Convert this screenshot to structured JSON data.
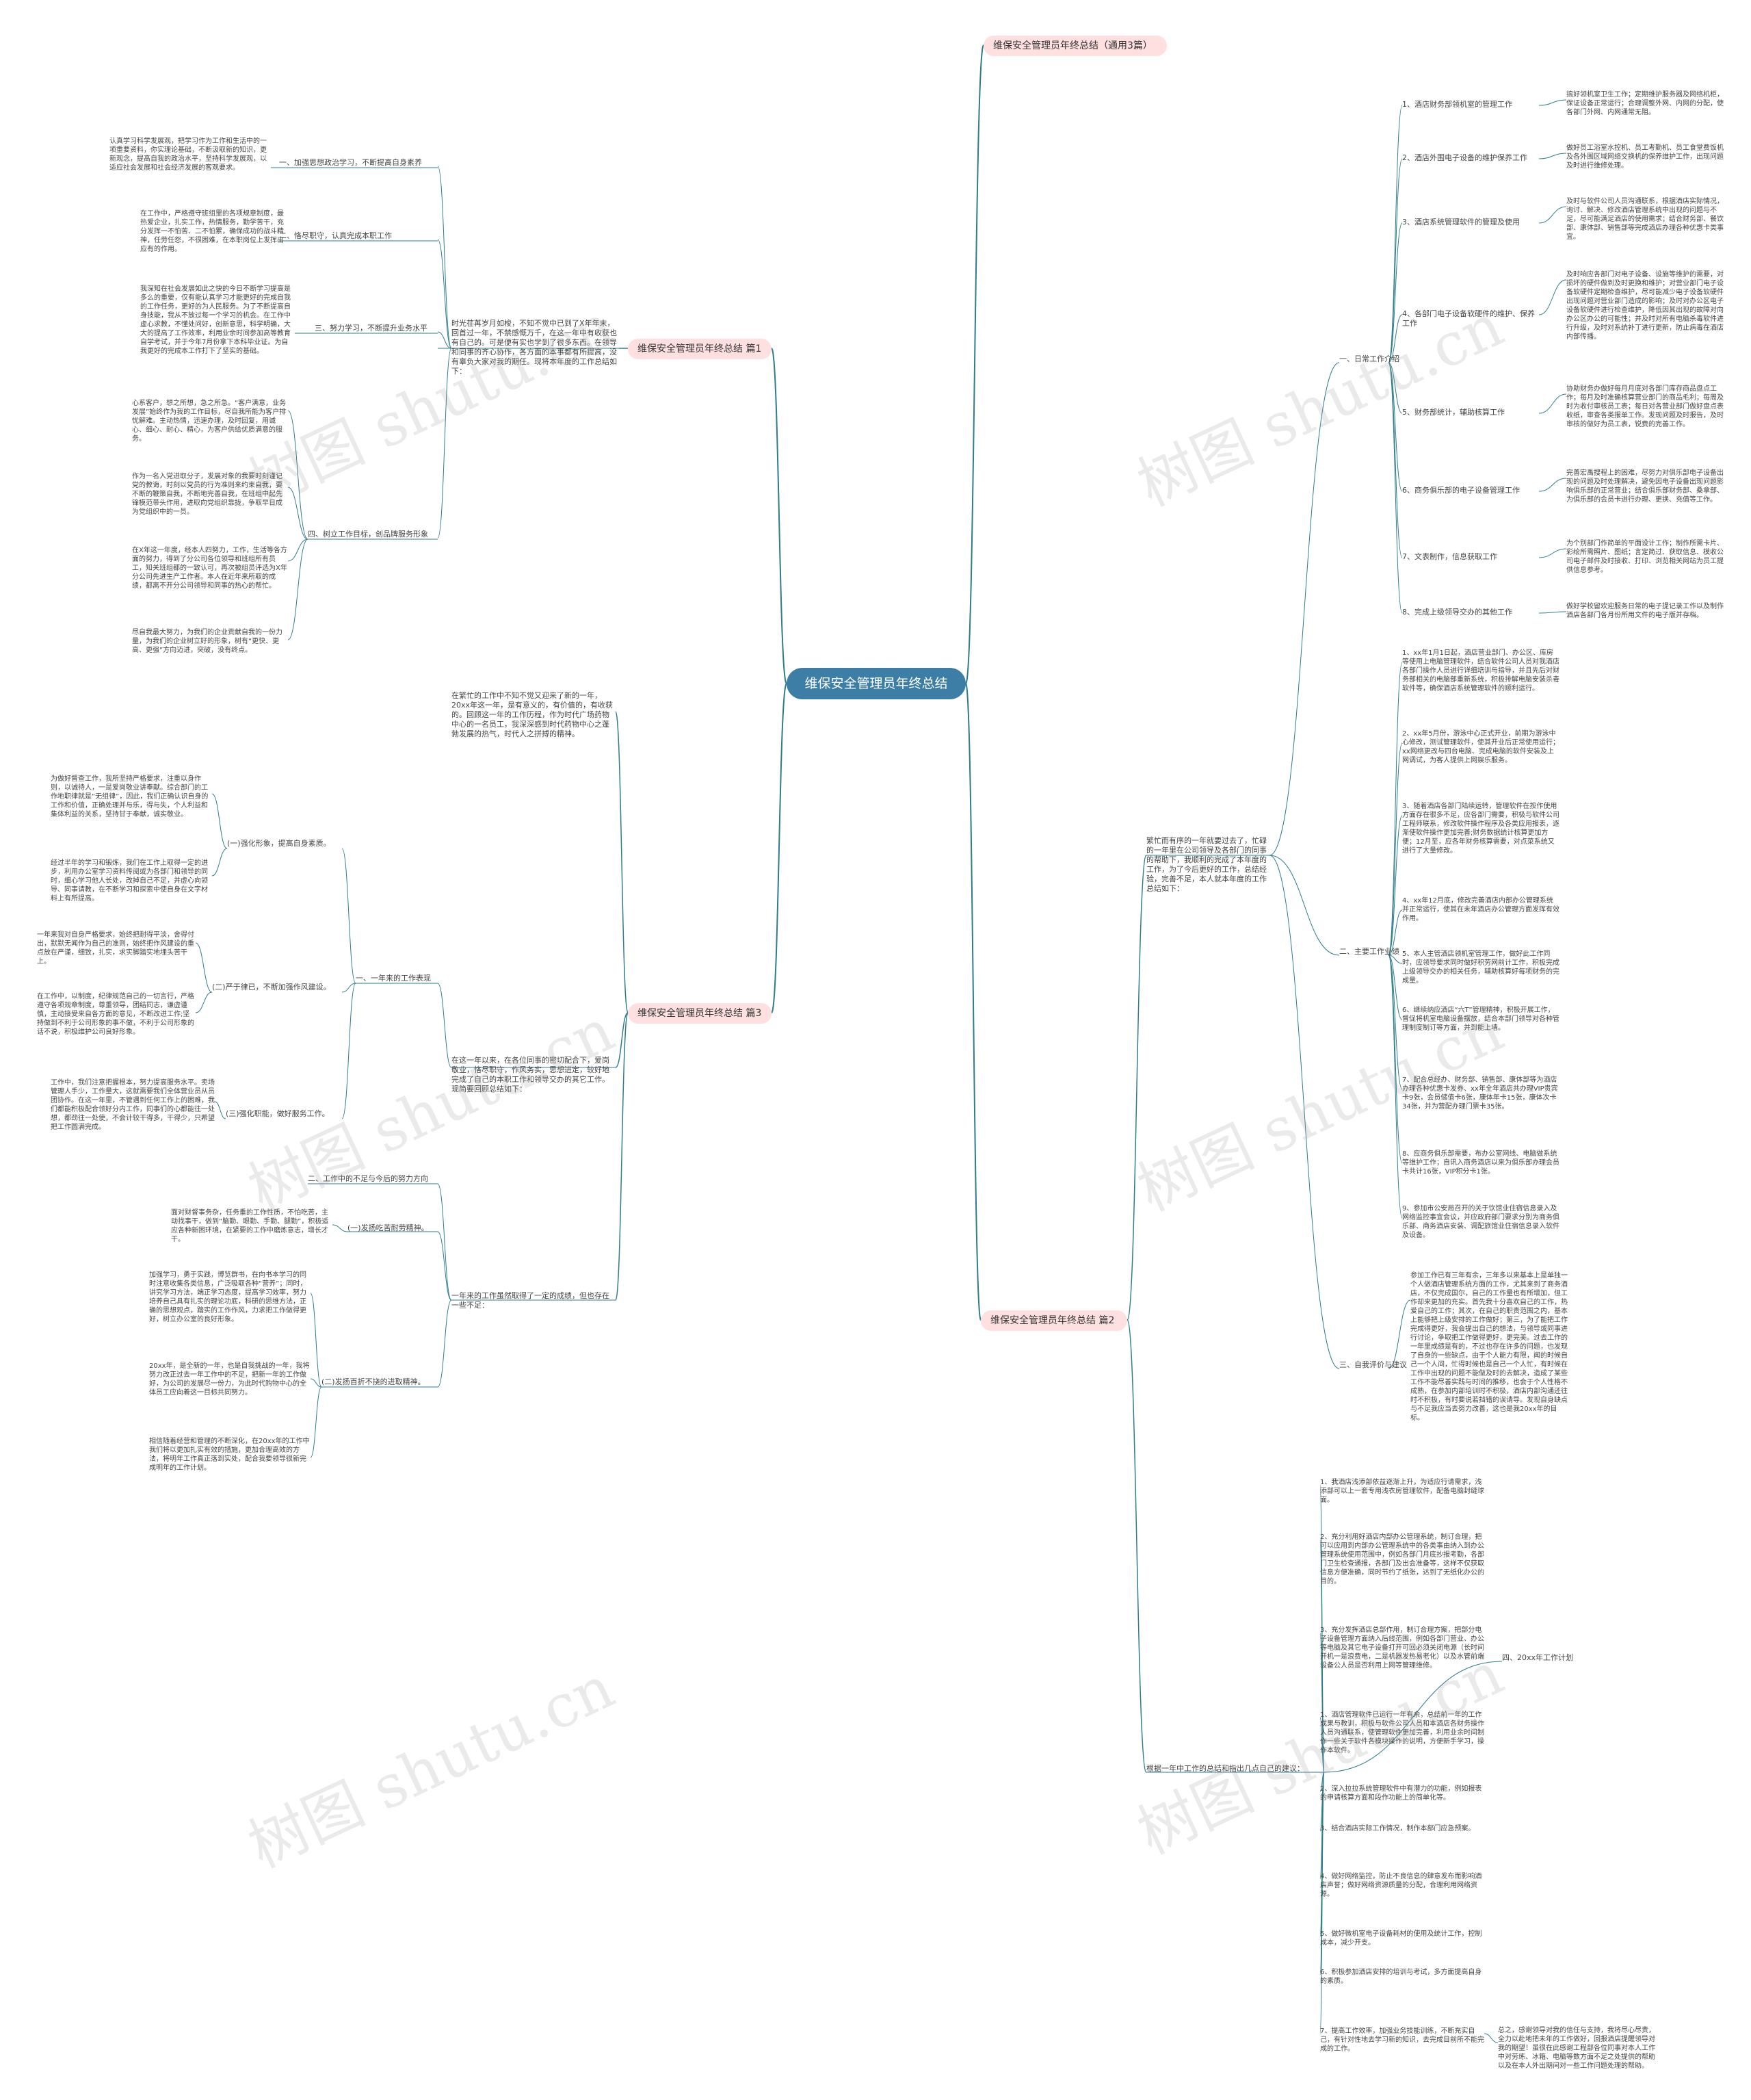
{
  "root": "维保安全管理员年终总结",
  "branches": {
    "b_top": "维保安全管理员年终总结（通用3篇）",
    "b1": "维保安全管理员年终总结 篇1",
    "b3": "维保安全管理员年终总结 篇3",
    "b2": "维保安全管理员年终总结 篇2"
  },
  "p1": {
    "intro": "时光荏苒岁月如梭，不知不觉中已到了X年年末，回首过一年，不禁感慨万千，在这一年中有收获也有自己的。可是便有实也学到了很多东西。在领导和同事的齐心协作，各方面的本事都有所提高，没有辜负大家对我的期任。现将本年度的工作总结如下：",
    "h1": "一、加强思想政治学习，不断提高自身素养",
    "t1": "认真学习科学发展观，把学习作为工作和生活中的一项重要资料，你实理论基础，不断汲取新的知识，更新观念，提高自我的政治水平，坚持科学发展观，以适应社会发展和社会经济发展的客观要求。",
    "h2": "二、恪尽职守，认真完成本职工作",
    "t2": "在工作中，严格遵守班组里的各项规章制度，最热爱企业，扎实工作，热情服务，勤学苦干，充分发挥一不怕苦、二不怕累，确保成功的战斗精神，任劳任怨，不很困难，在本职岗位上发挥出应有的作用。",
    "h3": "三、努力学习，不断提升业务水平",
    "t3": "我深知在社会发展如此之快的今日不断学习提高是多么的重要，仅有能认真学习才能更好的完成自我的工作任务，更好的为人民服务。为了不断提高自身技能，我从不放过每一个学习的机会。在工作中虚心求教，不懂处问好，创新意思，科学明确，大大的提高了工作效率，利用业余时间参加高等教育自学考试，并于今年7月份拿下本科毕业证。为自我更好的完成本工作打下了坚实的基础。",
    "h4": "四、树立工作目标，创品牌服务形象",
    "t4a": "心系客户，想之所想，急之所急。“客户满意，业务发展”始终作为我的工作目标，尽自我所能为客户排忧解难。主动热情，迅速办理，及时回复，用诚心、细心、耐心、精心，为客户供给优质满意的服务。",
    "t4b": "作为一名入党进取分子，发展对象的我要时刻谨记党的教诲，时刻以党员的行为准则来约束自我，要不断的鞭策自我，不断地完善自我，在班组中起先锋模范带头作用，进取向党组织靠拢，争取早日成为党组织中的一员。",
    "t4c": "在X年这一年度，经本人四努力，工作，生活等各方面的努力，得到了分公司各位领导和班组所有员工，知关班组都的一致认可，再次被组员评选为X年分公司先进生产工作者。本人在近年来所取的成绩，都离不开分公司领导和同事的热心的帮忙。",
    "t4d": "尽自我最大努力，为我们的企业贡献自我的一份力量，为我们的企业树立好的形象，树有“更快、更高、更强”方向迈进，突破，没有终点。"
  },
  "p3": {
    "intro": "在繁忙的工作中不知不觉又迎来了新的一年，20xx年这一年，是有意义的，有价值的，有收获的。回顾这一年的工作历程，作为时代广场药物中心的一名员工，我深深感到时代药物中心之蓬勃发展的热气，时代人之拼搏的精神。",
    "s1": "一、一年来的工作表现",
    "s1_text": "在这一年以来，在各位同事的密切配合下，爱岗敬业，恪尽职守，作风务实，思想进定，较好地完成了自己的本职工作和领导交办的其它工作。现简要回顾总结如下：",
    "a": "(一)强化形象，提高自身素质。",
    "a1": "为做好督查工作，我所坚持严格要求，注重以身作则，以诚待人，一是爱岗敬业讲奉献。综合部门的工作地职律就是“无组律”，因此，我们正确认识自身的工作和价值，正确处理并与乐，得与失，个人利益和集体利益的关系，坚持甘于奉献，诚实敬业。",
    "a2": "经过半年的学习和锻炼，我们在工作上取得一定的进步，利用办公室学习资料传阅或为各部门和领导的同时，细心学习他人长处，改掉自己不足，并虚心向领导、同事请教，在不断学习和探索中使自身在文字材料上有所提高。",
    "b": "(二)严于律已，不断加强作风建设。",
    "b1": "一年来我对自身严格要求，始终把耐得平淡，舍得付出，默默无闻作为自己的准则，始终把作风建设的重点放在严谨，细致，扎实，求实脚踏实地埋头苦干上。",
    "b2": "在工作中，以制度，纪律规范自己的一切言行，严格遵守各项规章制度，尊重领导，团结同志，谦虚谨慎，主动接受来自各方面的意见，不断改进工作;坚持做到不利于公司形象的事不做，不利于公司形象的话不说，积极维护公司良好形象。",
    "c": "(三)强化职能，做好服务工作。",
    "c1": "工作中，我们注意把握根本，努力提高服务水平。卖场管理人手少，工作量大，这就需要我们全体营业员从员团协作。在这一年里，不管遇到任何工作上的困难，我们都能积极配合领好分内工作，同事们的心都能往一处想，都劲往一处使，不会计较干得多，干得少，只希望把工作圆满完成。",
    "s2": "二、工作中的不足与今后的努力方向",
    "s2_text": "一年来的工作虽然取得了一定的成绩，但也存在一些不足：",
    "d": "(一)发扬吃苦耐劳精神。",
    "d1": "面对财督事务杂，任务重的工作性质，不怕吃苦，主动找事干，做到“脑勤、眼勤、手勤、腿勤”，积极适应各种新困环境，在紧要的工作中磨炼意志，增长才干。",
    "e": "(二)发扬百折不挠的进取精神。",
    "e1": "加强学习，勇于实践，博览群书，在向书本学习的同时注意收集各类信息，广泛吸取各种“营养”；同时，讲究学习方法，端正学习态度，提高学习效率，努力培养自己具有扎实的理论功底，科研的思维方法，正确的思想观点，踏实的工作作风，力求把工作做得更好，树立办公室的良好形象。",
    "e2": "20xx年，是全新的一年，也是自我挑战的一年，我将努力改正过去一年工作中的不足，把新一年的工作做好，为公司的发展尽一份力，为此时代购物中心的全体员工应向着这一目标共同努力。",
    "e3": "相信随着经营和管理的不断深化，在20xx年的工作中我们将以更加扎实有效的措施，更加合理高效的方法，将明年工作真正落到实处，配合我要领导很新完成明年的工作计划。"
  },
  "p2": {
    "intro": "繁忙而有序的一年就要过去了，忙碌的一年里在公司领导及各部门的同事的帮助下，我顺利的完成了本年度的工作，为了今后更好的工作，总结经验，完善不足，本人就本年度的工作总结如下：",
    "g1": "一、日常工作介绍",
    "g1_items": [
      "1、酒店财务部领机室的管理工作",
      "2、酒店外围电子设备的维护保养工作",
      "3、酒店系统管理软件的管理及使用",
      "4、各部门电子设备软硬件的维护、保养工作",
      "5、财务部统计，辅助核算工作",
      "6、商务俱乐部的电子设备管理工作",
      "7、文表制作，信息获取工作",
      "8、完成上级领导交办的其他工作"
    ],
    "g1_notes": [
      "搞好领机室卫生工作；定期维护服务器及网络机柜，保证设备正常运行；合理调整外网、内网的分配，使各部门外网、内网通常无阻。",
      "做好员工浴室水控机、员工考勤机、员工食堂费饭机及各外围区域网络交换机的保养维护工作，出现问题及时进行维修处理。",
      "及时与软件公司人员沟通联系，根据酒店实际情况，询讨、解决、修改酒店管理系统中出现的问题与不足，尽可能满足酒店的使用需求；结合财务部、餐饮部、康体部、销售部等完成酒店办理各种优惠卡类事宜。",
      "及时响应各部门对电子设备、设施等维护的需要，对损坏的硬件做到及时更换和维护；对营业部门电子设备软硬件定期检查维护，尽可能减少电子设备软硬件出现问题对营业部门造成的影响；及时对办公区电子设备软硬件进行检查维护，降低因其出现的故障对向办公区办公的可能性；并及时对所有电脑杀毒软件进行升级，及时对系统补丁进行更新，防止病毒在酒店内部传播。",
      "协助财务办做好每月月底对各部门库存商品盘点工作；每月及时准确核算营业部门的商品毛利；每周及时为收付审核员工表；每日对各营业部门做好盘点表收纸，审查各类报单工作。发现问题及时报告，及时审核的做好为员工表，锐费的完善工作。",
      "完善宏禹搜程上的困难，尽努力对俱乐部电子设备出现的问题及时处理解决，避免因电子设备出现问题影响俱乐部的正常营业；结合俱乐部财务部、桑拿部、为俱乐部的会员卡进行办理、更换、充值等工作。",
      "为个别部门作简单的平面设计工作；制作所需卡片、彩绘所需照片、图纸；言定简过、获取信息、模收公司电子邮件及时接收、打印、浏览相关网站为员工提供信息参考。",
      "做好学校留欢迎服务日常的电子提记录工作以及制作酒店各部门各月份所用文件的电子版并存档。"
    ],
    "g2": "二、主要工作业绩",
    "g2_items": [
      "1、xx年1月1日起，酒店营业部门、办公区、库房等使用上电脑管理软件，结合软件公司人员对我酒店各部门操作人员进行详细培训与指导，并且先后对财务部相关的电脑部重新系统，积极排解电脑安装杀毒软件等，确保酒店系统管理软件的顺利运行。",
      "2、xx年5月份，游泳中心正式开业，前期为游泳中心修改，测试管理软件，使其开业后正常使用运行；xx网络更改与四台电脑、完成电脑的软件安装及上网调试，为客人提供上网娱乐服务。",
      "3、随着酒店各部门陆续运转，管理软件在按作使用方面存在很多不足，应各部门需要，积极与软件公司工程师联系，修改软件操作程序及各类应用报表，逐渐使软件操作更加完善;财务数据统计核算更加方便；12月至，应各年财务核算需要，对点菜系统又进行了大量修改。",
      "4、xx年12月底，修改完善酒店内部办公管理系统并正常运行，使其在未年酒店办公管理方面发挥有效作用。",
      "5、本人主管酒店领机室管理工作，做好此工作同时，应领导要求同时做好积劳网前计工作，积极完成上级领导交办的相关任务，辅助核算好每项财务的完成量。",
      "6、继续纳应酒店“六T”管理精神，积极开展工作，督促将机室电脑设备摆放，结合本部门领导对各种管理制度制订等方面，并到能上墙。",
      "7、配合总经办、财务部、销售部、康体部等为酒店办理各种优惠卡发券、xx年全年酒店共办理VIP贵宾卡9张，会员储值卡6张，康体年卡15张，康体次卡34张，并为营配办理门票卡35张。",
      "8、应商务俱乐部需要，布办公室网线、电脑做系统等维护工作；自讯入商务酒店以来为俱乐部办理会员卡共计16张，VIP积分卡1张。",
      "9、参加市公安局召开的关于饮馆业住宿信息录入及网络监控事宜会议，并应政府部门要求分别为商务俱乐部、商务酒店安装、调配旅馆业住宿信息录入软件及设备。"
    ],
    "g3": "三、自我评价与建议",
    "g3_text": "参加工作已有三年有余，三年多以来基本上是单独一个人做酒店管理系统方面的工作，尤其来到了商务酒店，不仅完成国尔，自己的工作量也有所增加，但工作却来更加的充实。首先我十分喜欢自己的工作，热爱自己的工作；其次，在自己的职责范围之内，基本上能够把上级安排的工作做好；第三，为了能把工作完成得更好，我会提出自己的想法，与领导或同事进行讨论，争取把工作做得更好，更完美。过去工作的一年里成绩是有的，不过也存在许多的问题，也发现了自身的一些缺点，由于个人能力有限，闻的时候自己一个人间，忙得时候也是自己一个人忙，有时候在工作中出现的问题不能做及时的去解决，造成了某些工作不能尽善实践与时间的推移，也会于个人性格不成熟，在参加内部培训时不积极，酒店内部沟通还往时不积极，有时要说若挡错的误请导。发现自身缺点与不足我应当去努力改善，这也是我20xx年的目标。",
    "g4": "四、20xx年工作计划",
    "g4_intro": "根据一年中工作的总结和指出几点自己的建议：",
    "g4_items": [
      "1、我酒店浅添部依益逐渐上升，为适应行请需求，浅添部可以上一套专用浅衣房管理软件，配备电脑封缝球面。",
      "2、充分利用好酒店内部办公管理系统，制订合理，把可以应用到内部办公管理系统中的各类事由纳入到办公管理系统使用范围中，例如各部门月底抄报考勤，各部门卫生检查通报，各部门及出会准备等，这样不仅获取信息方便准确，同时节约了纸张，达到了无纸化办公的目的。",
      "3、充分发挥酒店总部作用，制订合理方案，把部分电子设备管理方面纳入后线范围，例如各部门营业、办公等电脑及其它电子设备打开可回必须关闭电源（长时间开机一是浪费电，二是机器发热易老化）以及水管前端设备公人员是否利用上网等管理维修。",
      "1、酒店管理软件已运行一年有余，总结前一年的工作成果与教训，积极与软件公司人员和本酒店各财务操作人员沟通联系，使管理软件更加完善，利用业余时间制作一些关于软件各模块操作的说明，方便新手学习，操作本软件。",
      "2、深入拉拉系统管理软件中有潜力的功能，例如报表的申请核算方面和段作功能上的简单化等。",
      "3、结合酒店实际工作情况，制作本部门应急预案。",
      "4、做好网络监控，防止不良信息的肆意发布而影响酒店声誉；做好网络资源质量的分配，合理利用网络资源。",
      "5、做好微机室电子设备耗材的使用及统计工作，控制成本，减少开支。",
      "6、积极参加酒店安排的培训与考试，多方面提高自身的素质。",
      "7、提高工作效率，加强业务技能训练，不断充实自己，有针对性地去学习新的知识，去完成目前所不能完成的工作。"
    ],
    "g4_closing": "总之，感谢领导对我的信任与支持，我将尽心尽责，全力以赴地把未年的工作做好，回报酒店提醒领导对我的期望！虽很在此感谢工程部各位同事对本人工作中对劳练、冰箱、电脑等数方面不足之处提供的帮助以及在本人外出期间对一些工作问题处理的帮助。"
  },
  "watermarks": [
    "树图 shutu.cn",
    "树图 shutu.cn",
    "树图 shutu.cn",
    "树图 shutu.cn",
    "树图 shutu.cn",
    "树图 shutu.cn"
  ],
  "colors": {
    "root": "#3d7ea6",
    "branch_bg": "#fde0df",
    "line": "#2f7d8c"
  }
}
